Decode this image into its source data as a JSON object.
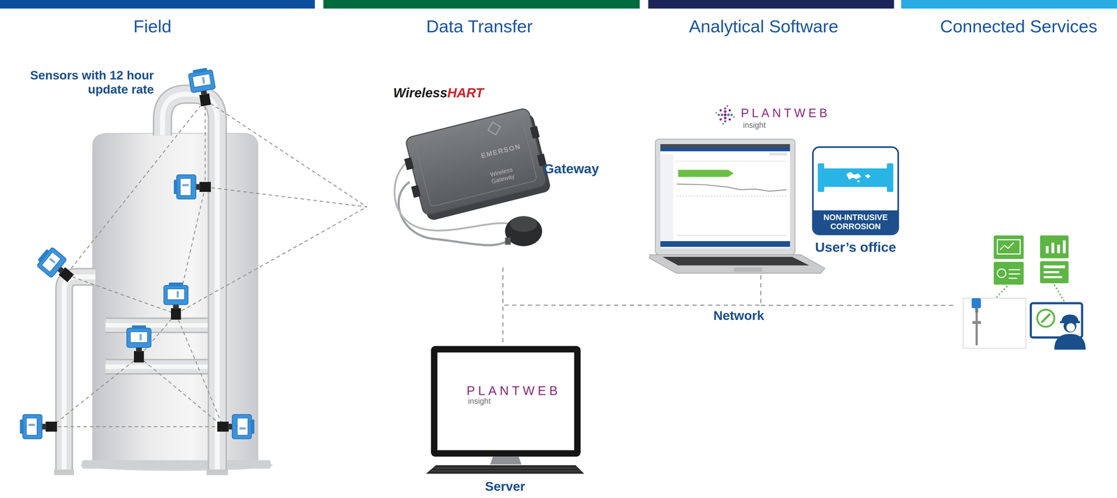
{
  "diagram": {
    "nodes": [
      {
        "text": [
          "Sensors with 12 hour update rate"
        ]
      },
      {
        "text": [
          "Gateway"
        ]
      },
      {
        "text": [
          "User’s office"
        ]
      },
      {
        "text": [
          "NON-INTRUSIVE CORROSION"
        ],
        "in": 2
      },
      {
        "text": [
          "PLANTWEB",
          "insight",
          "Server"
        ]
      }
    ],
    "edges": [
      {
        "from": 1,
        "to": 4,
        "arrow": "none"
      },
      {
        "from": 1,
        "to": 2,
        "arrow": "none",
        "label": "Network"
      }
    ],
    "labels": [
      "Field",
      "Data Transfer",
      "Analytical Software",
      "Connected Services",
      "Wireless",
      "HART",
      "EMERSON",
      "Wireless Gateway",
      "PLANTWEB",
      "insight"
    ]
  }
}
